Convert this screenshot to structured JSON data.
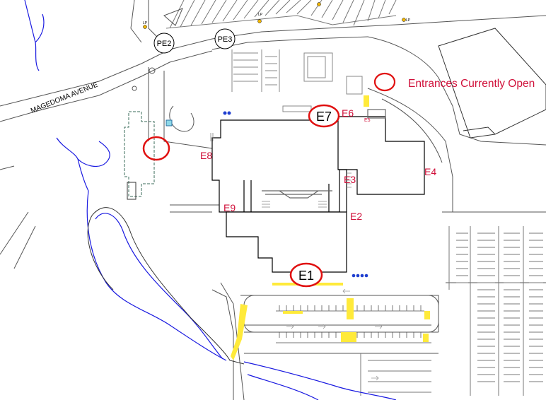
{
  "street_name": "MAGEDOMA AVENUE",
  "pedestrian_entrances": [
    {
      "id": "pe2",
      "label": "PE2"
    },
    {
      "id": "pe3",
      "label": "PE3"
    }
  ],
  "legend": {
    "label": "Entrances Currently Open",
    "marker_color": "#e01010",
    "text_color": "#d0103a"
  },
  "open_entrances": [
    {
      "id": "e7",
      "label": "E7"
    },
    {
      "id": "e1",
      "label": "E1"
    }
  ],
  "entrances": [
    {
      "id": "e6",
      "label": "E6"
    },
    {
      "id": "e5",
      "label": "E5"
    },
    {
      "id": "e8",
      "label": "E8"
    },
    {
      "id": "e3",
      "label": "E3"
    },
    {
      "id": "e4",
      "label": "E4"
    },
    {
      "id": "e9",
      "label": "E9"
    },
    {
      "id": "e2",
      "label": "E2"
    }
  ],
  "lamp_post_label": "LP",
  "colors": {
    "entrance_label": "#d0103a",
    "creek": "#1a1ae0",
    "highlight_zone": "#ffea3a",
    "building_outline": "#000000",
    "parking_lines": "#666666"
  }
}
